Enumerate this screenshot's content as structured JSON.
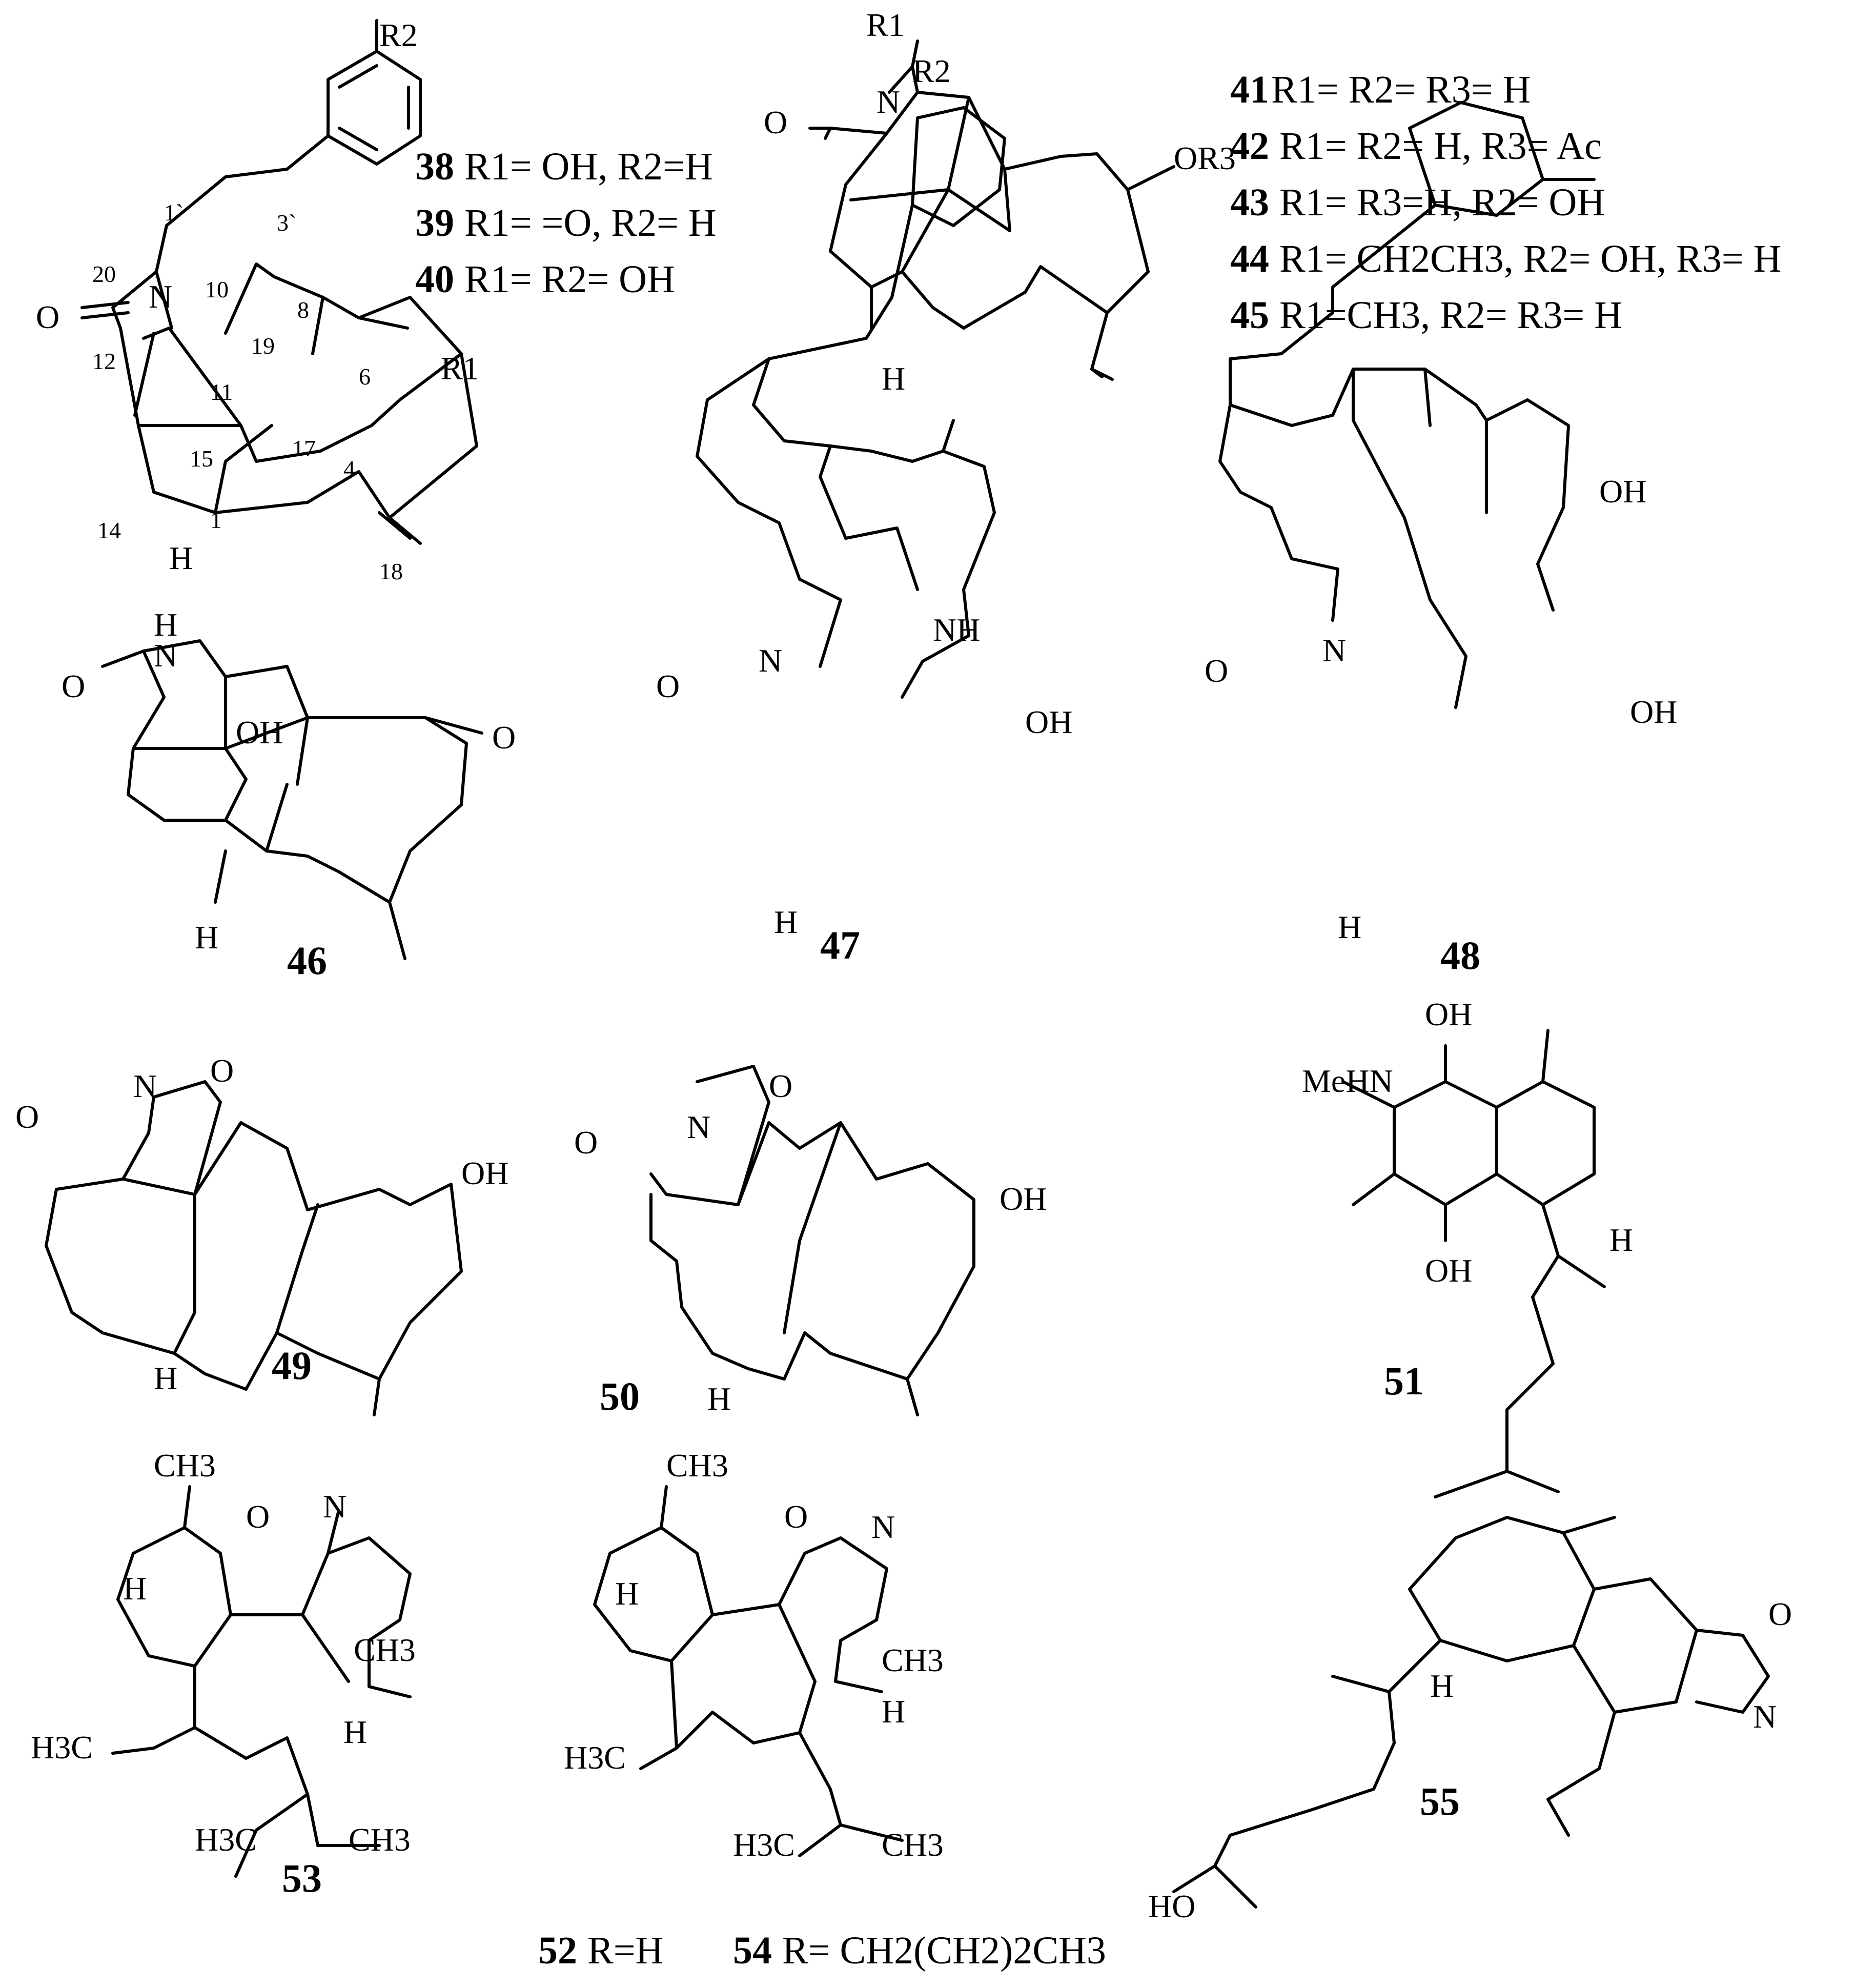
{
  "compounds": [
    {
      "id": "38",
      "desc": "R1= OH, R2=H"
    },
    {
      "id": "39",
      "desc": "R1= =O, R2= H"
    },
    {
      "id": "40",
      "desc": "R1= R2= OH"
    },
    {
      "id": "41",
      "desc": "R1= R2= R3= H"
    },
    {
      "id": "42",
      "desc": "R1= R2= H, R3= Ac"
    },
    {
      "id": "43",
      "desc": "R1= R3=H, R2= OH"
    },
    {
      "id": "44",
      "desc": "R1= CH2CH3, R2= OH, R3= H"
    },
    {
      "id": "45",
      "desc": "R1=CH3,  R2= R3= H"
    },
    {
      "id": "46"
    },
    {
      "id": "47"
    },
    {
      "id": "48"
    },
    {
      "id": "49"
    },
    {
      "id": "50"
    },
    {
      "id": "51"
    },
    {
      "id": "52",
      "desc": "R=H"
    },
    {
      "id": "53"
    },
    {
      "id": "54",
      "desc": "R= CH2(CH2)2CH3"
    },
    {
      "id": "55"
    }
  ],
  "atom_labels": {
    "r1": "R1",
    "r2": "R2",
    "r3": "R3",
    "n": "N",
    "o": "O",
    "h": "H",
    "oh": "OH",
    "ho": "HO",
    "nh": "NH",
    "meHN": "MeHN",
    "ch3": "CH3",
    "h3c": "H3C",
    "or3": "OR3"
  },
  "atom_numbers": [
    "1`",
    "3`",
    "20",
    "10",
    "8",
    "19",
    "12",
    "11",
    "6",
    "15",
    "17",
    "4",
    "14",
    "1",
    "18"
  ],
  "colors": {
    "ink": "#000000",
    "background": "#ffffff"
  }
}
